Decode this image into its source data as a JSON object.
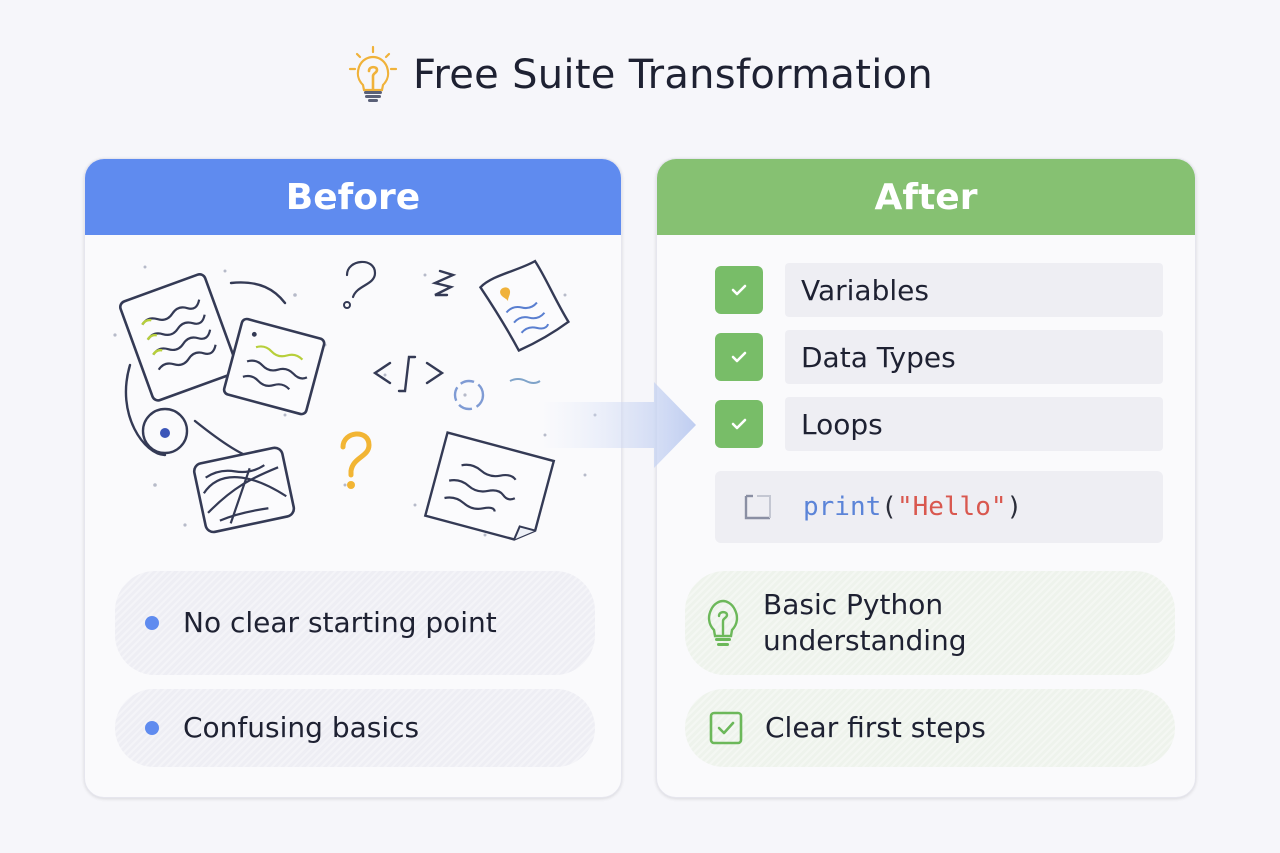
{
  "title": {
    "icon": "lightbulb-icon",
    "text": "Free Suite Transformation"
  },
  "before": {
    "header": "Before",
    "header_color": "#5f8bef",
    "illustration": "scattered-notes-confusion-illustration",
    "points": [
      {
        "icon": "bullet-dot",
        "text": "No clear starting point"
      },
      {
        "icon": "bullet-dot",
        "text": "Confusing basics"
      }
    ]
  },
  "transition": {
    "icon": "arrow-right-icon"
  },
  "after": {
    "header": "After",
    "header_color": "#86c172",
    "checklist": [
      {
        "checked": true,
        "label": "Variables"
      },
      {
        "checked": true,
        "label": "Data Types"
      },
      {
        "checked": true,
        "label": "Loops"
      }
    ],
    "code": {
      "icon": "code-file-icon",
      "fn": "print",
      "open": "(",
      "string": "\"Hello\"",
      "close": ")"
    },
    "points": [
      {
        "icon": "lightbulb-icon",
        "text": "Basic Python understanding"
      },
      {
        "icon": "checkbox-icon",
        "text": "Clear first steps"
      }
    ]
  },
  "colors": {
    "background": "#f6f6fa",
    "before_accent": "#5f8bef",
    "after_accent": "#86c172",
    "check_green": "#78bd68",
    "code_blue": "#5b84d8",
    "code_red": "#d9584f",
    "question_yellow": "#f2b534"
  }
}
